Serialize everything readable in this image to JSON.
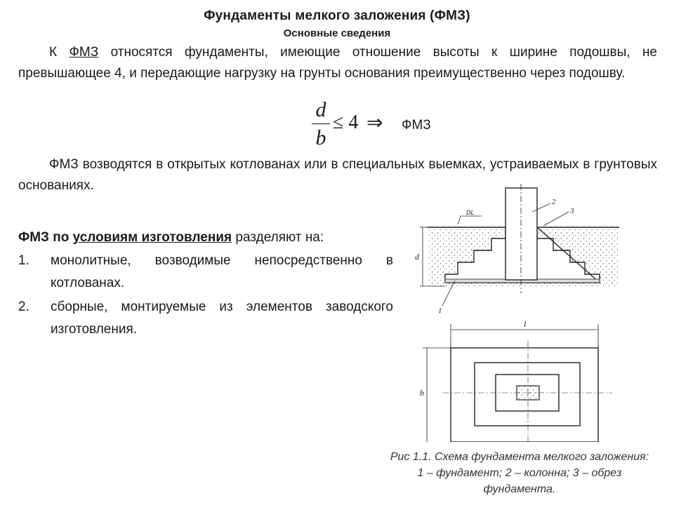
{
  "title": "Фундаменты мелкого заложения (ФМЗ)",
  "subtitle": "Основные сведения",
  "para1": {
    "prefix": "К ",
    "abbr": "ФМЗ",
    "text": " относятся фундаменты, имеющие отношение высоты к ширине подошвы, не превышающее 4, и передающие нагрузку на грунты основания преимущественно через подошву."
  },
  "formula": {
    "numerator": "d",
    "denominator": "b",
    "relation": "≤ 4",
    "arrow": "⇒",
    "result": "ФМЗ"
  },
  "para2": "ФМЗ возводятся в открытых котлованах или в специальных выемках, устраиваемых в грунтовых основаниях.",
  "types": {
    "lead": "ФМЗ по ",
    "lead_underlined": "условиям изготовления",
    "tail": " разделяют на:",
    "items": [
      {
        "num": "1.",
        "text": "монолитные, возводимые непосредственно в котлованах."
      },
      {
        "num": "2.",
        "text": "сборные, монтируемые из элементов заводского изготовления."
      }
    ]
  },
  "figure": {
    "labels": {
      "column": "2",
      "offset": "3",
      "foundation": "1",
      "depth": "d",
      "length": "l",
      "width": "b",
      "dl": "DL"
    }
  },
  "caption": {
    "line1": "Рис 1.1. Схема фундамента мелкого заложения:",
    "line2": "1 – фундамент; 2 – колонна; 3 – обрез",
    "line3": "фундамента."
  }
}
